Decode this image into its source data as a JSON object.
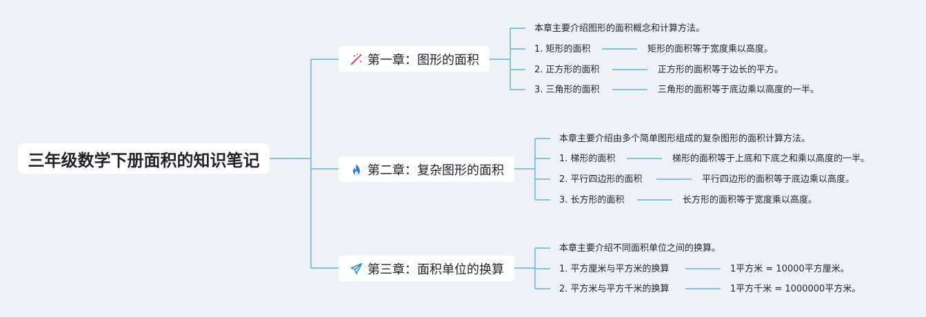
{
  "mindmap": {
    "root": {
      "title": "三年级数学下册面积的知识笔记"
    },
    "line_color": "#5ab4d4",
    "chapters": [
      {
        "title": "第一章：图形的面积",
        "icon": "sparkle-wand-icon",
        "icon_color": "#e8336b",
        "intro": "本章主要介绍图形的面积概念和计算方法。",
        "items": [
          {
            "topic": "1. 矩形的面积",
            "detail": "矩形的面积等于宽度乘以高度。"
          },
          {
            "topic": "2. 正方形的面积",
            "detail": "正方形的面积等于边长的平方。"
          },
          {
            "topic": "3. 三角形的面积",
            "detail": "三角形的面积等于底边乘以高度的一半。"
          }
        ]
      },
      {
        "title": "第二章：复杂图形的面积",
        "icon": "fire-icon",
        "icon_color": "#2b7fd8",
        "intro": "本章主要介绍由多个简单图形组成的复杂图形的面积计算方法。",
        "items": [
          {
            "topic": "1. 梯形的面积",
            "detail": "梯形的面积等于上底和下底之和乘以高度的一半。"
          },
          {
            "topic": "2. 平行四边形的面积",
            "detail": "平行四边形的面积等于底边乘以高度。"
          },
          {
            "topic": "3. 长方形的面积",
            "detail": "长方形的面积等于宽度乘以高度。"
          }
        ]
      },
      {
        "title": "第三章：面积单位的换算",
        "icon": "paper-plane-icon",
        "icon_color": "#2b8fd8",
        "intro": "本章主要介绍不同面积单位之间的换算。",
        "items": [
          {
            "topic": "1. 平方厘米与平方米的换算",
            "detail": "1平方米 = 10000平方厘米。"
          },
          {
            "topic": "2. 平方米与平方千米的换算",
            "detail": "1平方千米 = 1000000平方米。"
          }
        ]
      }
    ]
  }
}
